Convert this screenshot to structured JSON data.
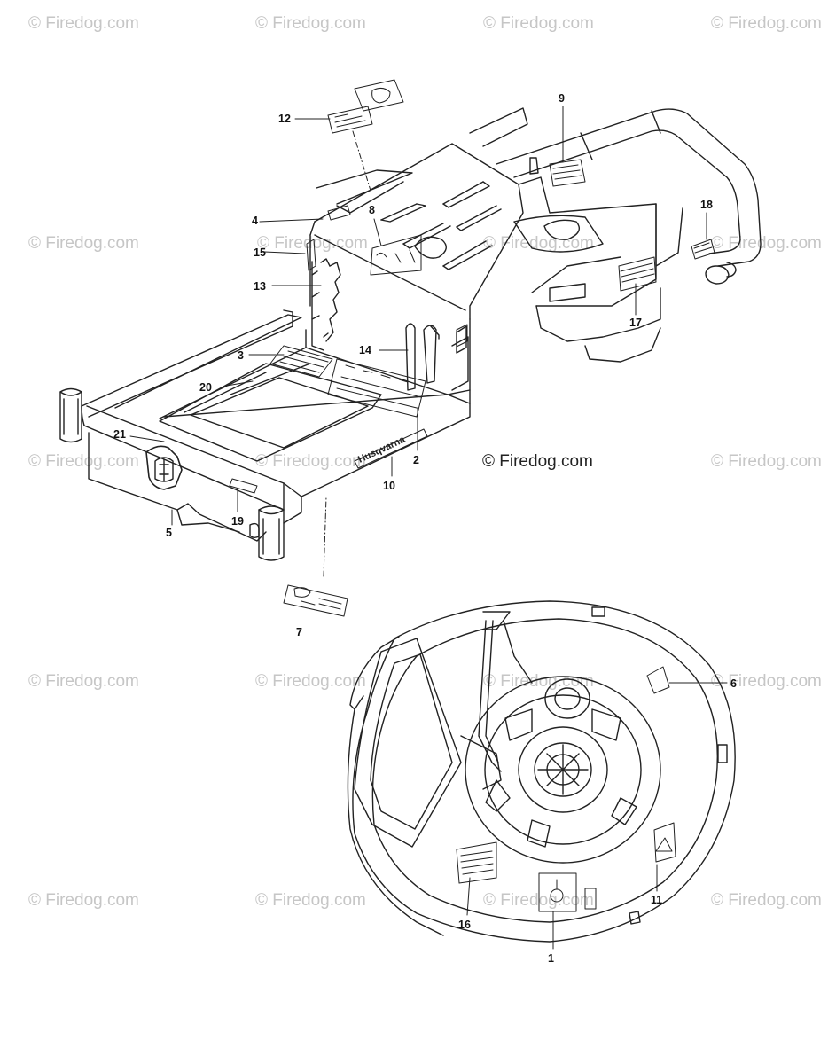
{
  "watermark": {
    "text": "© Firedog.com"
  },
  "copyright": {
    "text": "© Firedog.com"
  },
  "brand": {
    "logo_text": "Husqvarna"
  },
  "callouts": [
    "1",
    "2",
    "3",
    "4",
    "5",
    "6",
    "7",
    "8",
    "9",
    "10",
    "11",
    "12",
    "13",
    "14",
    "15",
    "16",
    "17",
    "18",
    "19",
    "20",
    "21"
  ]
}
